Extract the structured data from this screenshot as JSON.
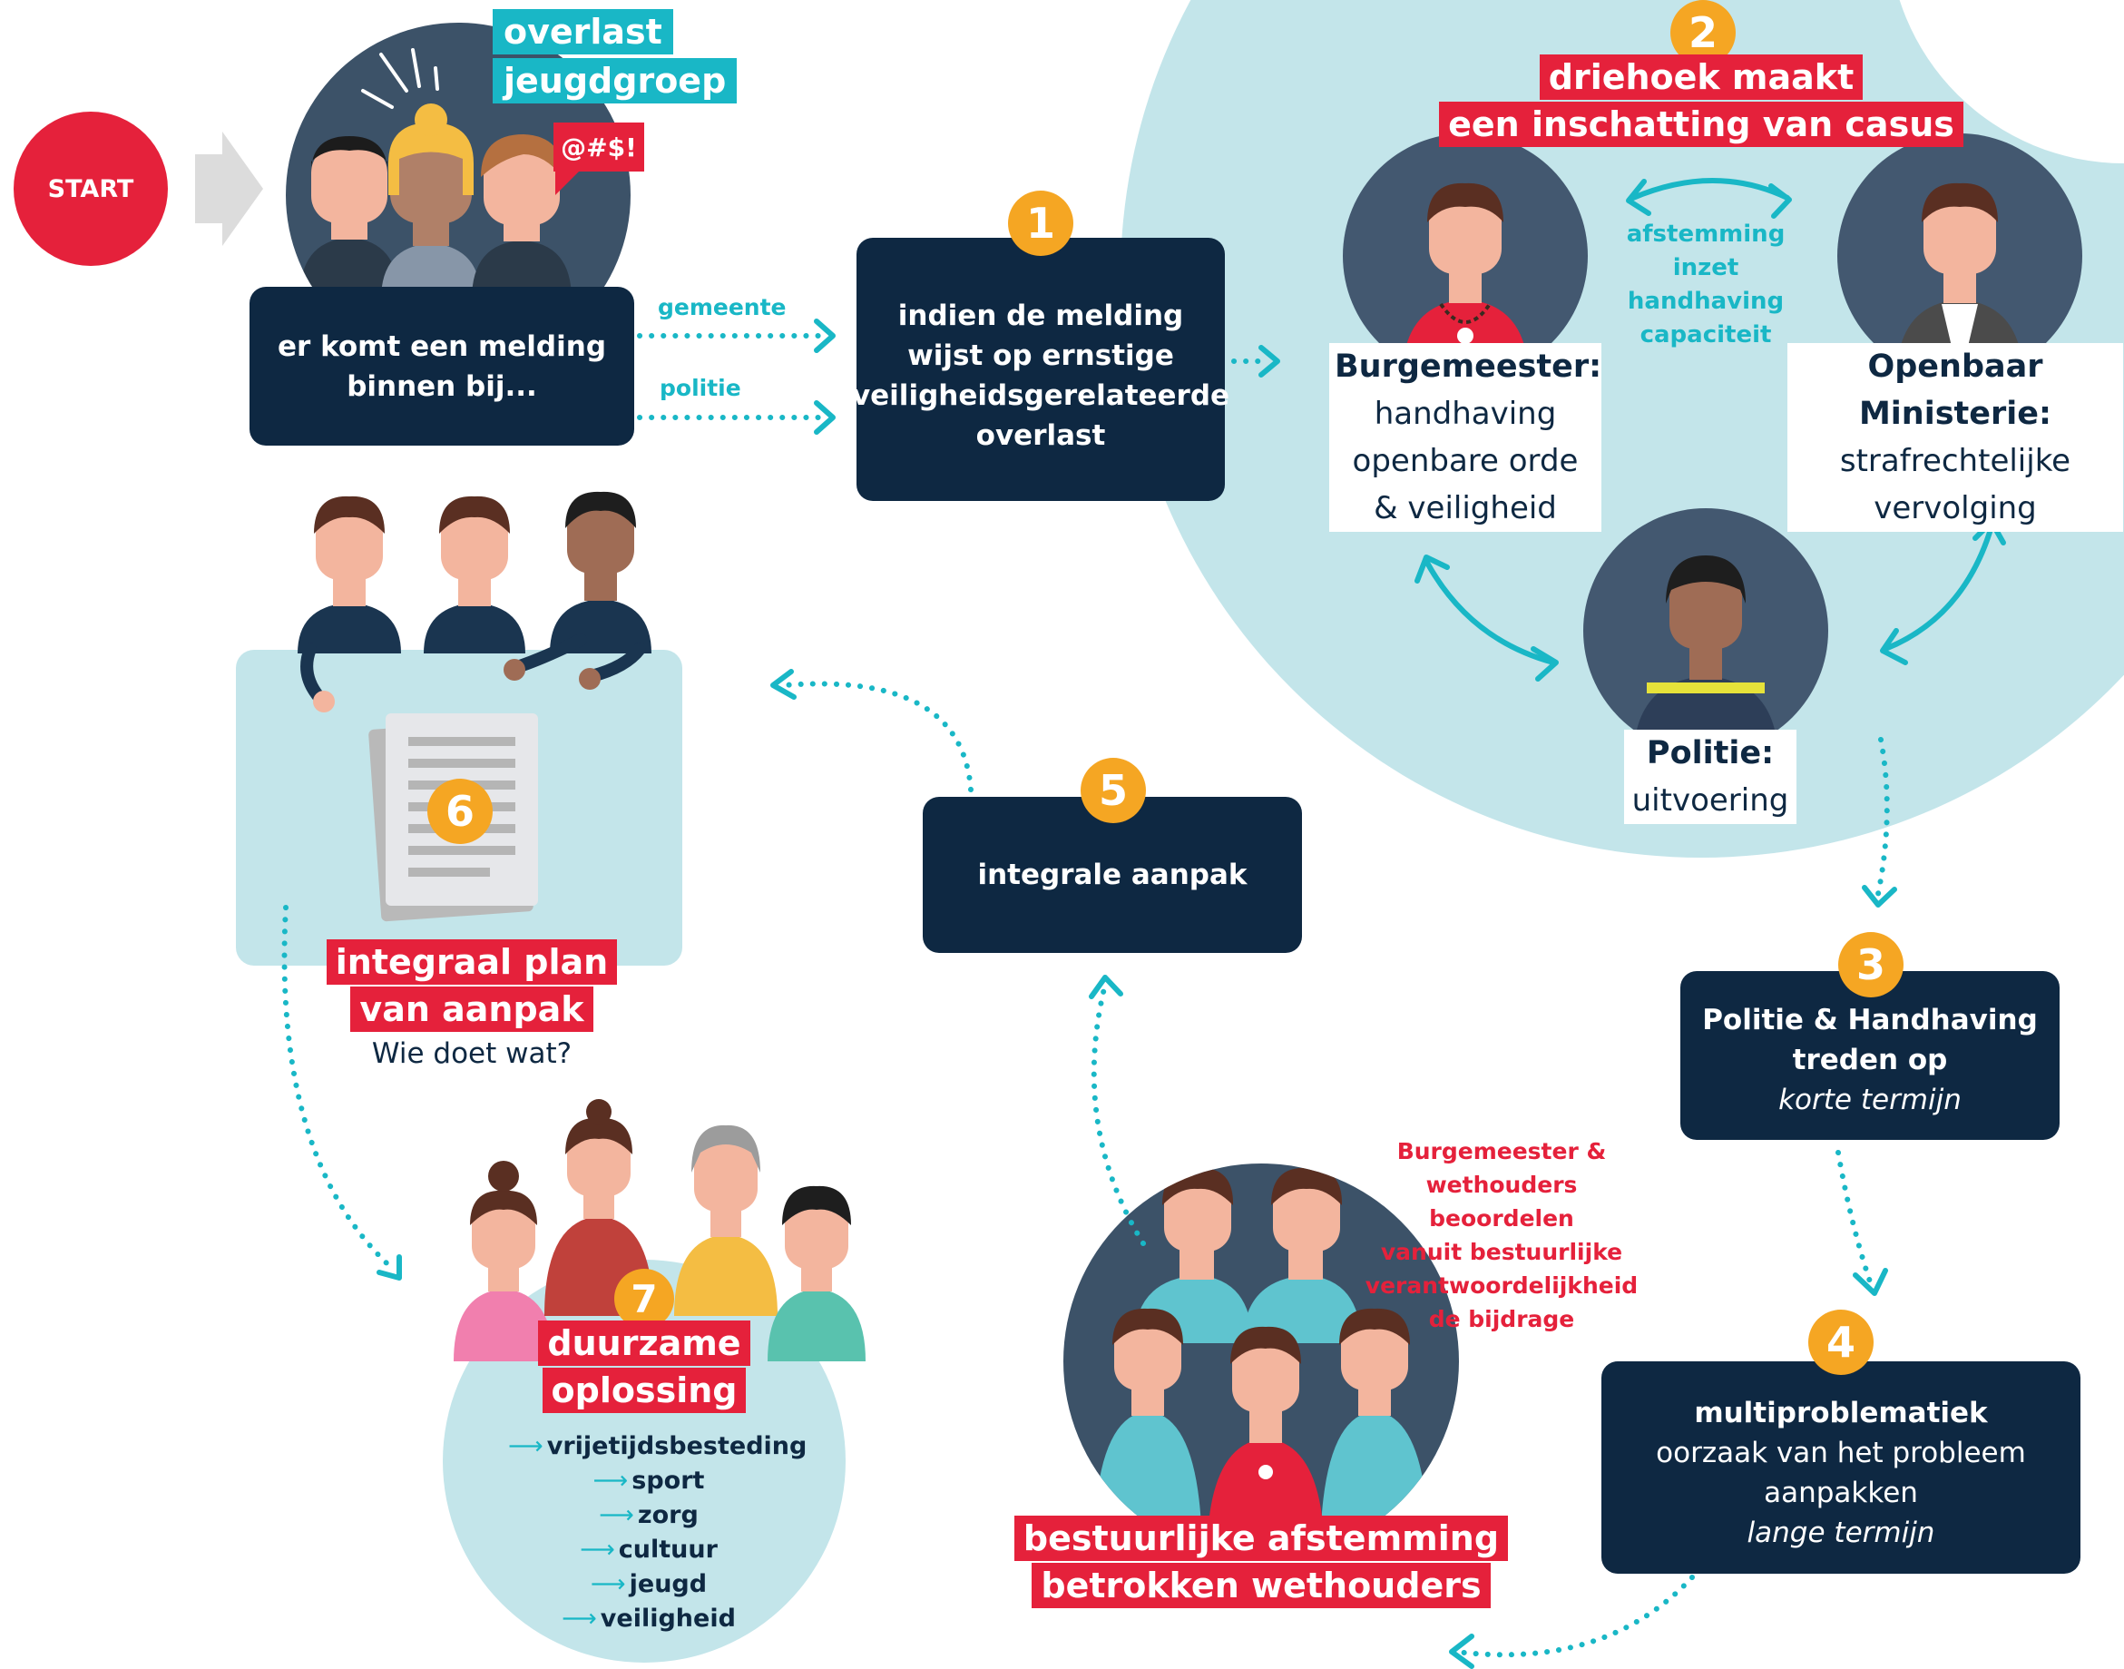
{
  "start": {
    "label": "START"
  },
  "incident": {
    "tags": [
      "overlast",
      "jeugdgroep"
    ],
    "speech": "@#$!"
  },
  "report_box": {
    "lines": [
      "er komt een melding",
      "binnen bij..."
    ]
  },
  "channels": {
    "gemeente": "gemeente",
    "politie": "politie"
  },
  "step1": {
    "number": "1",
    "lines": [
      "indien de melding",
      "wijst op ernstige",
      "veiligheidsgerelateerde",
      "overlast"
    ]
  },
  "step2": {
    "number": "2",
    "tags": [
      "driehoek maakt",
      "een inschatting van casus"
    ],
    "coordination": [
      "afstemming",
      "inzet",
      "handhaving",
      "capaciteit"
    ],
    "mayor": {
      "title": "Burgemeester:",
      "lines": [
        "handhaving",
        "openbare orde",
        "& veiligheid"
      ]
    },
    "prosecutor": {
      "title": "Openbaar Ministerie:",
      "lines": [
        "strafrechtelijke",
        "vervolging"
      ]
    },
    "police": {
      "title": "Politie:",
      "lines": [
        "uitvoering"
      ]
    }
  },
  "step3": {
    "number": "3",
    "lines": [
      "Politie & Handhaving",
      "treden op"
    ],
    "note": "korte termijn"
  },
  "step4": {
    "number": "4",
    "title": "multiproblematiek",
    "lines": [
      "oorzaak van het probleem",
      "aanpakken"
    ],
    "note": "lange termijn"
  },
  "step5": {
    "number": "5",
    "label": "integrale aanpak"
  },
  "governance": {
    "note": [
      "Burgemeester &",
      "wethouders beoordelen",
      "vanuit bestuurlijke",
      "verantwoordelijkheid",
      "de bijdrage"
    ],
    "tags": [
      "bestuurlijke afstemming",
      "betrokken wethouders"
    ]
  },
  "step6": {
    "number": "6",
    "tags": [
      "integraal plan",
      "van aanpak"
    ],
    "subtitle": "Wie doet wat?"
  },
  "step7": {
    "number": "7",
    "tags": [
      "duurzame",
      "oplossing"
    ],
    "items": [
      "vrijetijdsbesteding",
      "sport",
      "zorg",
      "cultuur",
      "jeugd",
      "veiligheid"
    ]
  },
  "colors": {
    "navy": "#0e2842",
    "teal": "#19b7c6",
    "red": "#e5213b",
    "orange": "#f5a623",
    "light_blue": "#c3e5ea",
    "slate": "#435870",
    "skin": "#f3b59e"
  }
}
